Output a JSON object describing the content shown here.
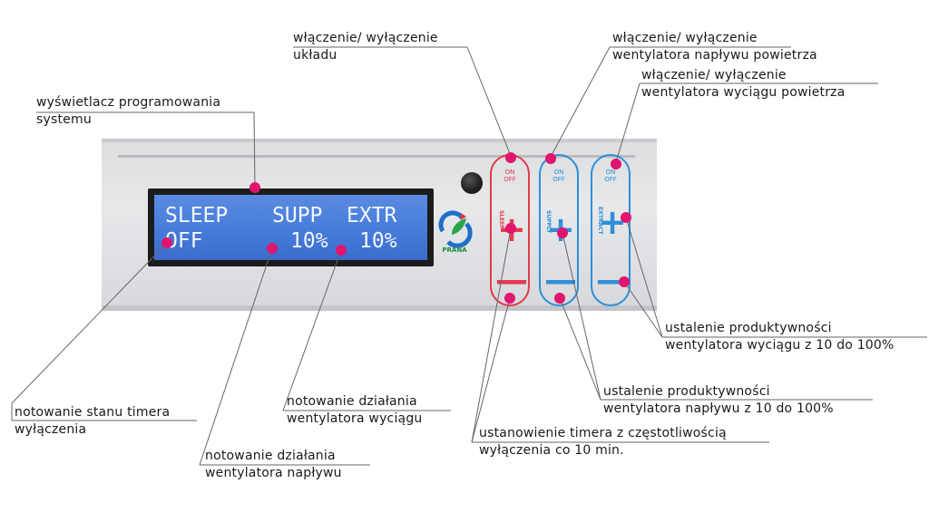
{
  "callouts": {
    "system_onoff": [
      "włączenie/ wyłączenie",
      "układu"
    ],
    "supply_onoff": [
      "włączenie/ wyłączenie",
      "wentylatora napływu powietrza"
    ],
    "extract_onoff": [
      "włączenie/ wyłączenie",
      "wentylatora wyciągu powietrza"
    ],
    "display": [
      "wyświetlacz programowania",
      "systemu"
    ],
    "extract_capacity": [
      "ustalenie produktywności",
      "wentylatora wyciągu z 10 do 100%"
    ],
    "supply_capacity": [
      "ustalenie produktywności",
      "wentylatora napływu z 10 do 100%"
    ],
    "timer_set": [
      "ustanowienie timera z częstotliwością",
      "wyłączenia co 10 min."
    ],
    "timer_status": [
      "notowanie stanu timera",
      "wyłączenia"
    ],
    "extract_status": [
      "notowanie działania",
      "wentylatora wyciągu"
    ],
    "supply_status": [
      "notowanie działania",
      "wentylatora napływu"
    ]
  },
  "lcd": {
    "row1": {
      "sleep": "SLEEP",
      "supp": "SUPP",
      "extr": "EXTR"
    },
    "row2": {
      "sleep": "OFF",
      "supp": "10%",
      "extr": "10%"
    }
  },
  "device": {
    "logo_text": "PRANA",
    "buttons": {
      "onoff_label": [
        "ON",
        "OFF"
      ],
      "sleep_label": "SLEEP",
      "supply_label": "SUPPLY",
      "extract_label": "EXTRACT",
      "plus": "+",
      "minus": "—"
    }
  },
  "colors": {
    "marker": "#e0156e",
    "sleep_accent": "#e43a4a",
    "fan_accent": "#2f8fd8",
    "lcd_background": "#4a7fdc"
  }
}
